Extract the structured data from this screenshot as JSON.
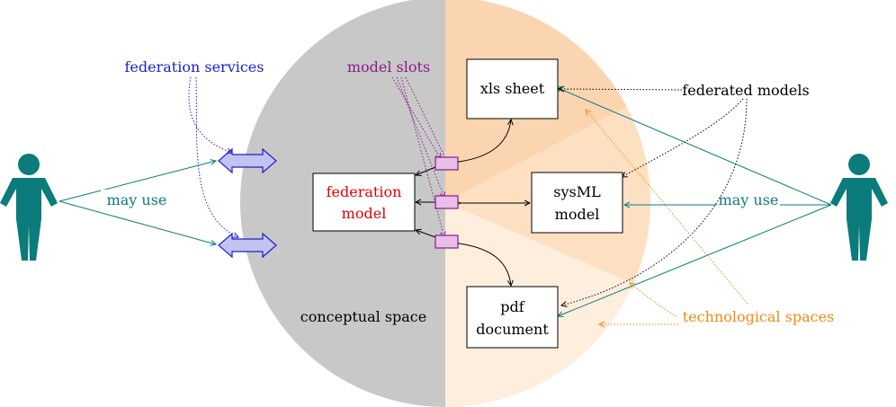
{
  "labels": {
    "federation_services": "federation services",
    "model_slots": "model slots",
    "federated_models": "federated models",
    "technological_spaces": "technological spaces",
    "conceptual_space": "conceptual space",
    "may_use_left": "may use",
    "may_use_right": "may use"
  },
  "boxes": {
    "federation_model": [
      "federation",
      "model"
    ],
    "xls_sheet": "xls sheet",
    "sysml_model": [
      "sysML",
      "model"
    ],
    "pdf_document": [
      "pdf",
      "document"
    ]
  },
  "colors": {
    "conceptual_space": "#c8c8c8",
    "tech_space_1": "#fbd5b0",
    "tech_space_2": "#fde0c2",
    "tech_space_3": "#feeedd",
    "federation_services_text": "#1f1fc8",
    "federation_arrow_fill": "#c3c3f2",
    "federation_arrow_stroke": "#1f1fc8",
    "model_slots_text": "#8a1b8a",
    "slot_fill": "#e8bfe8",
    "slot_stroke": "#8a1b8a",
    "federation_model_text": "#e60000",
    "teal": "#0b7b7b",
    "orange": "#ef8a17",
    "black": "#000000"
  },
  "icons": {
    "left_person": "person-icon",
    "right_person": "person-icon"
  }
}
